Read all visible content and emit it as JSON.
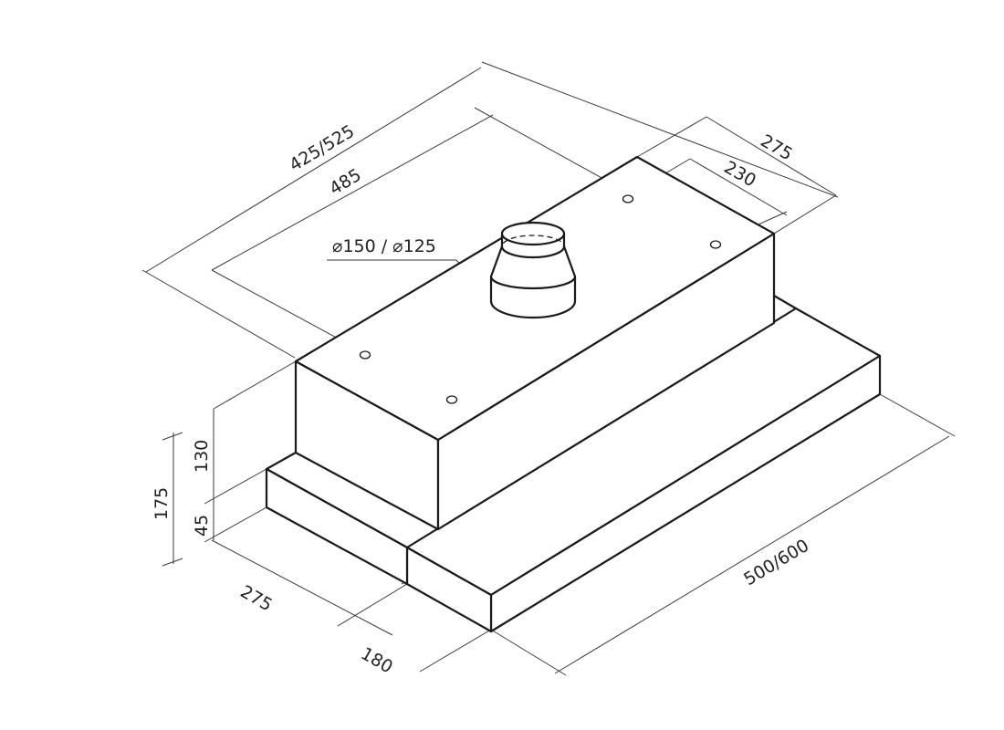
{
  "dimensions": {
    "width_outer": "425/525",
    "width_inner": "485",
    "depth_top": "275",
    "depth_top_inner": "230",
    "duct_diameter": "⌀150 / ⌀125",
    "height_total": "175",
    "height_body": "130",
    "height_panel": "45",
    "depth_bottom": "275",
    "depth_extension": "180",
    "length_bottom": "500/600"
  }
}
